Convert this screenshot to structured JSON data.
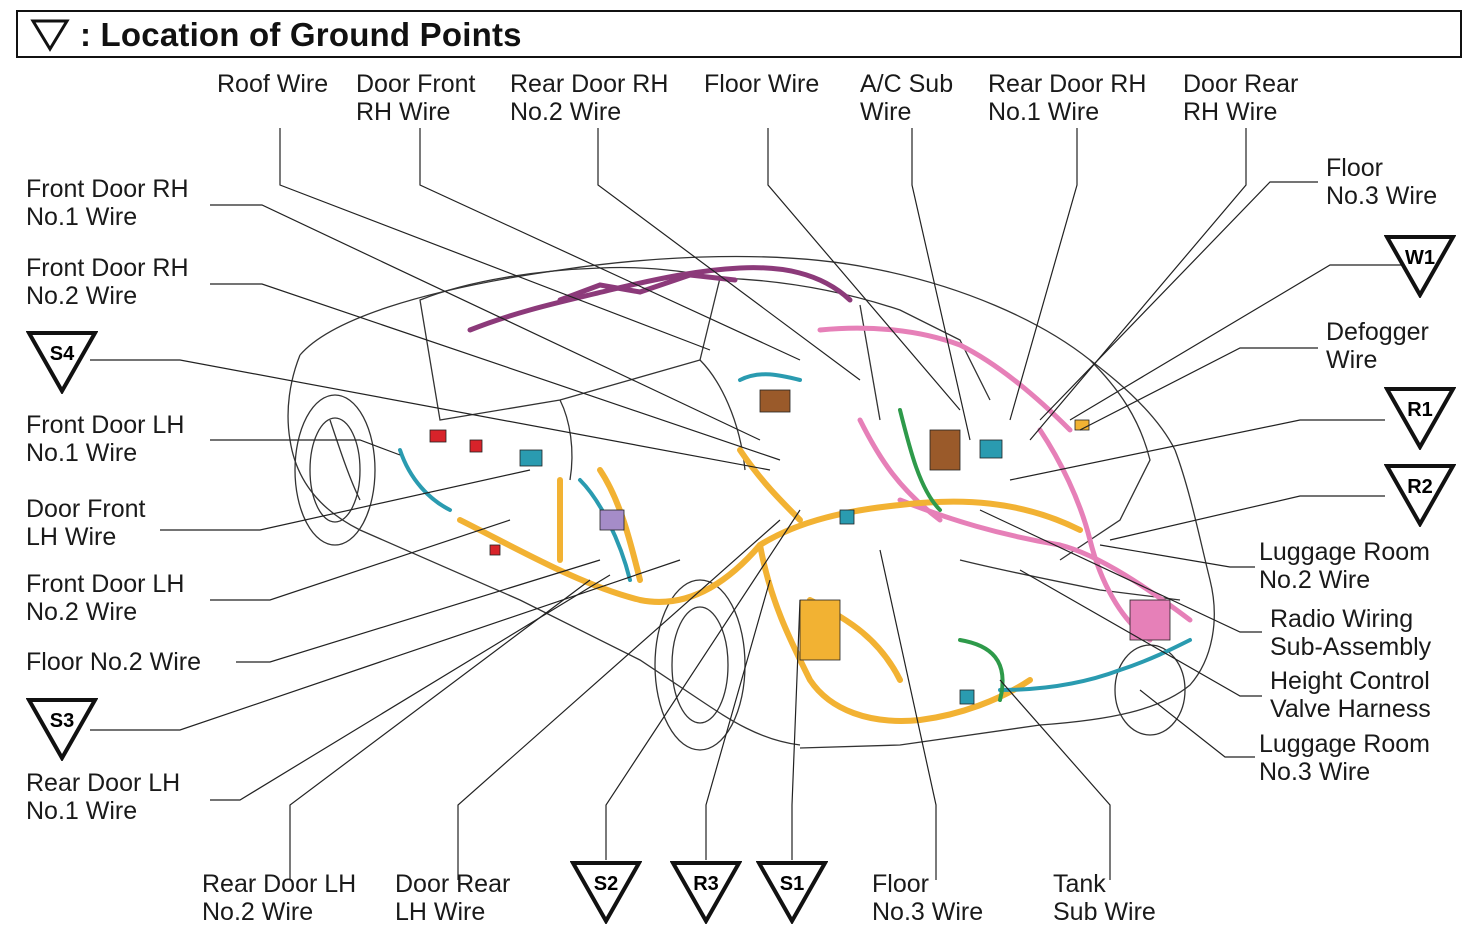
{
  "header": {
    "title": ": Location of Ground Points",
    "icon": "ground-triangle-icon"
  },
  "labels": {
    "roof_wire": [
      "Roof Wire"
    ],
    "door_front_rh_wire": [
      "Door Front",
      "RH Wire"
    ],
    "rear_door_rh_no2": [
      "Rear Door RH",
      "No.2 Wire"
    ],
    "floor_wire": [
      "Floor Wire"
    ],
    "ac_sub_wire": [
      "A/C Sub",
      "Wire"
    ],
    "rear_door_rh_no1": [
      "Rear Door RH",
      "No.1 Wire"
    ],
    "door_rear_rh_wire": [
      "Door Rear",
      "RH Wire"
    ],
    "floor_no3_top": [
      "Floor",
      "No.3 Wire"
    ],
    "defogger_wire": [
      "Defogger",
      "Wire"
    ],
    "front_door_rh_no1": [
      "Front Door RH",
      "No.1 Wire"
    ],
    "front_door_rh_no2": [
      "Front Door RH",
      "No.2 Wire"
    ],
    "front_door_lh_no1": [
      "Front Door LH",
      "No.1 Wire"
    ],
    "door_front_lh_wire": [
      "Door Front",
      "LH Wire"
    ],
    "front_door_lh_no2": [
      "Front Door LH",
      "No.2 Wire"
    ],
    "floor_no2_wire": [
      "Floor No.2 Wire"
    ],
    "rear_door_lh_no1": [
      "Rear Door LH",
      "No.1 Wire"
    ],
    "luggage_room_no2": [
      "Luggage Room",
      "No.2 Wire"
    ],
    "radio_wiring": [
      "Radio Wiring",
      "Sub-Assembly"
    ],
    "height_control": [
      "Height Control",
      "Valve Harness"
    ],
    "luggage_room_no3": [
      "Luggage Room",
      "No.3 Wire"
    ],
    "rear_door_lh_no2": [
      "Rear Door LH",
      "No.2 Wire"
    ],
    "door_rear_lh_wire": [
      "Door Rear",
      "LH Wire"
    ],
    "floor_no3_bottom": [
      "Floor",
      "No.3 Wire"
    ],
    "tank_sub_wire": [
      "Tank",
      "Sub Wire"
    ]
  },
  "ground_points": {
    "s4": "S4",
    "s3": "S3",
    "w1": "W1",
    "r1": "R1",
    "r2": "R2",
    "s2": "S2",
    "r3": "R3",
    "s1": "S1"
  },
  "colors": {
    "yellow_harness": "#f2b233",
    "pink_harness": "#e680b8",
    "purple_harness": "#8c3a7a",
    "teal_harness": "#2a9bb0",
    "green_harness": "#2e9a4a",
    "red_connector": "#d8232a",
    "brown_connector": "#9a5a2a",
    "outline": "#222222"
  }
}
